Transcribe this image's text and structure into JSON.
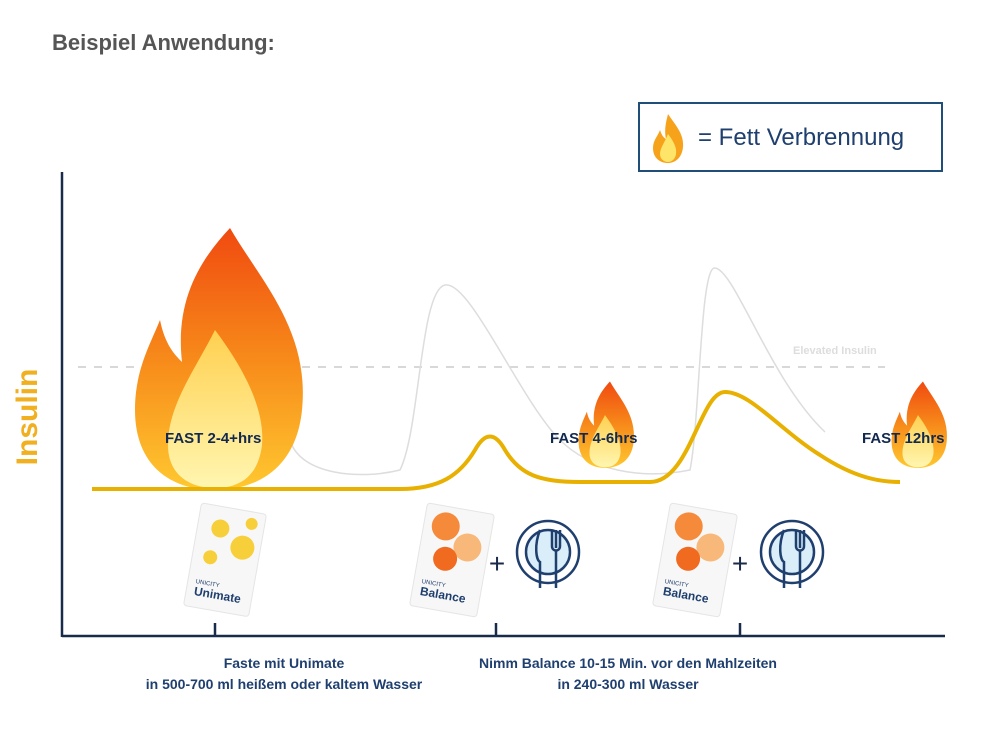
{
  "title": "Beispiel Anwendung:",
  "legend": {
    "text": "= Fett Verbrennung",
    "icon": "flame-icon"
  },
  "y_axis_label": "Insulin",
  "elevated_label": "Elevated Insulin",
  "fast_labels": [
    "FAST 2-4+hrs",
    "FAST 4-6hrs",
    "FAST 12hrs"
  ],
  "products": [
    {
      "brand": "UNICITY",
      "name": "Unimate"
    },
    {
      "brand": "UNICITY",
      "name": "Balance"
    },
    {
      "brand": "UNICITY",
      "name": "Balance"
    }
  ],
  "plus": "+",
  "captions": {
    "unimate": [
      "Faste mit Unimate",
      "in 500-700 ml heißem oder kaltem Wasser"
    ],
    "balance": [
      "Nimm Balance 10-15 Min. vor den Mahlzeiten",
      "in 240-300 ml Wasser"
    ]
  },
  "colors": {
    "navy": "#1f3f6e",
    "insulin": "#f0b020",
    "curve": "#e8b000"
  }
}
